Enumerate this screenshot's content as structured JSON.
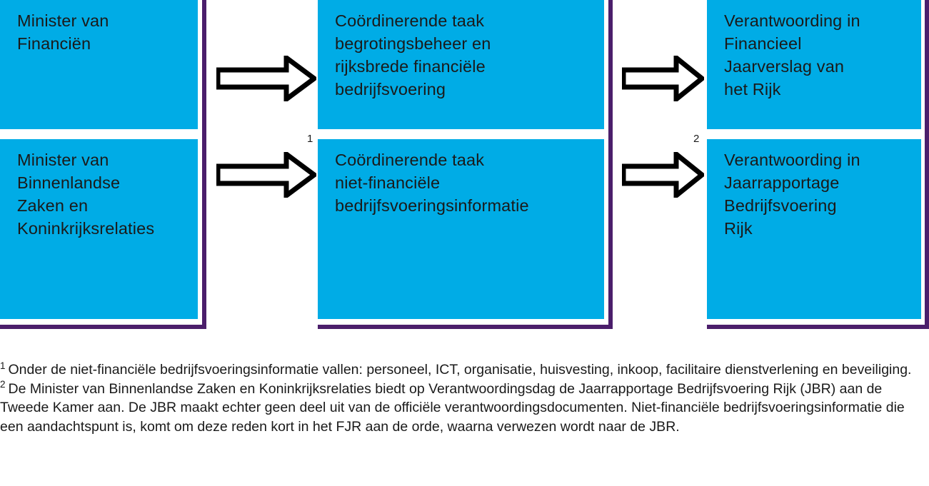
{
  "diagram": {
    "title_hidden": "",
    "accent_blue": "#00ACE6",
    "accent_purple": "#4B1E6B",
    "groups": [
      {
        "name": "ministers",
        "marker": ""
      },
      {
        "name": "coordinerende-taken",
        "marker": "1"
      },
      {
        "name": "verantwoording",
        "marker": "2"
      }
    ],
    "boxes": [
      {
        "id": "minister-financien",
        "text": "Minister van\nFinanciën"
      },
      {
        "id": "minister-bzk",
        "text": "Minister van\nBinnenlandse\nZaken en\nKoninkrijksrelaties"
      },
      {
        "id": "coordinerende-taak-fin",
        "text": "Coördinerende taak\nbegrotingsbeheer en\nrijksbrede financiële\nbedrijfsvoering"
      },
      {
        "id": "coordinerende-taak-niet-fin",
        "text": "Coördinerende taak\nniet-financiële\nbedrijfsvoeringsinformatie"
      },
      {
        "id": "verantwoording-fjr",
        "text": "Verantwoording in\nFinancieel\nJaarverslag van\nhet Rijk"
      },
      {
        "id": "verantwoording-jbr",
        "text": "Verantwoording in\nJaarrapportage\nBedrijfsvoering\nRijk"
      }
    ],
    "arrows": [
      {
        "id": "arrow-fin-top",
        "direction": "right"
      },
      {
        "id": "arrow-bzk",
        "direction": "right"
      },
      {
        "id": "arrow-fjr",
        "direction": "right"
      },
      {
        "id": "arrow-jbr",
        "direction": "right"
      }
    ],
    "markers": [
      {
        "id": "marker-1",
        "label": "1"
      },
      {
        "id": "marker-2",
        "label": "2"
      }
    ]
  },
  "footnotes": [
    {
      "marker": "1",
      "text": "Onder de niet-financiële bedrijfsvoeringsinformatie vallen: personeel, ICT, organisatie, huisvesting, inkoop, facilitaire dienstverlening en beveiliging."
    },
    {
      "marker": "2",
      "text": "De Minister van Binnenlandse Zaken en Koninkrijksrelaties biedt op Verantwoordingsdag de Jaarrapportage Bedrijfs­voering Rijk (JBR) aan de Tweede Kamer aan. De JBR maakt echter geen deel uit van de officiële verantwoordings­documenten. Niet-financiële bedrijfsvoeringsinformatie die een aandachtspunt is, komt om deze reden kort in het FJR aan de orde, waarna verwezen wordt naar de JBR."
    }
  ]
}
